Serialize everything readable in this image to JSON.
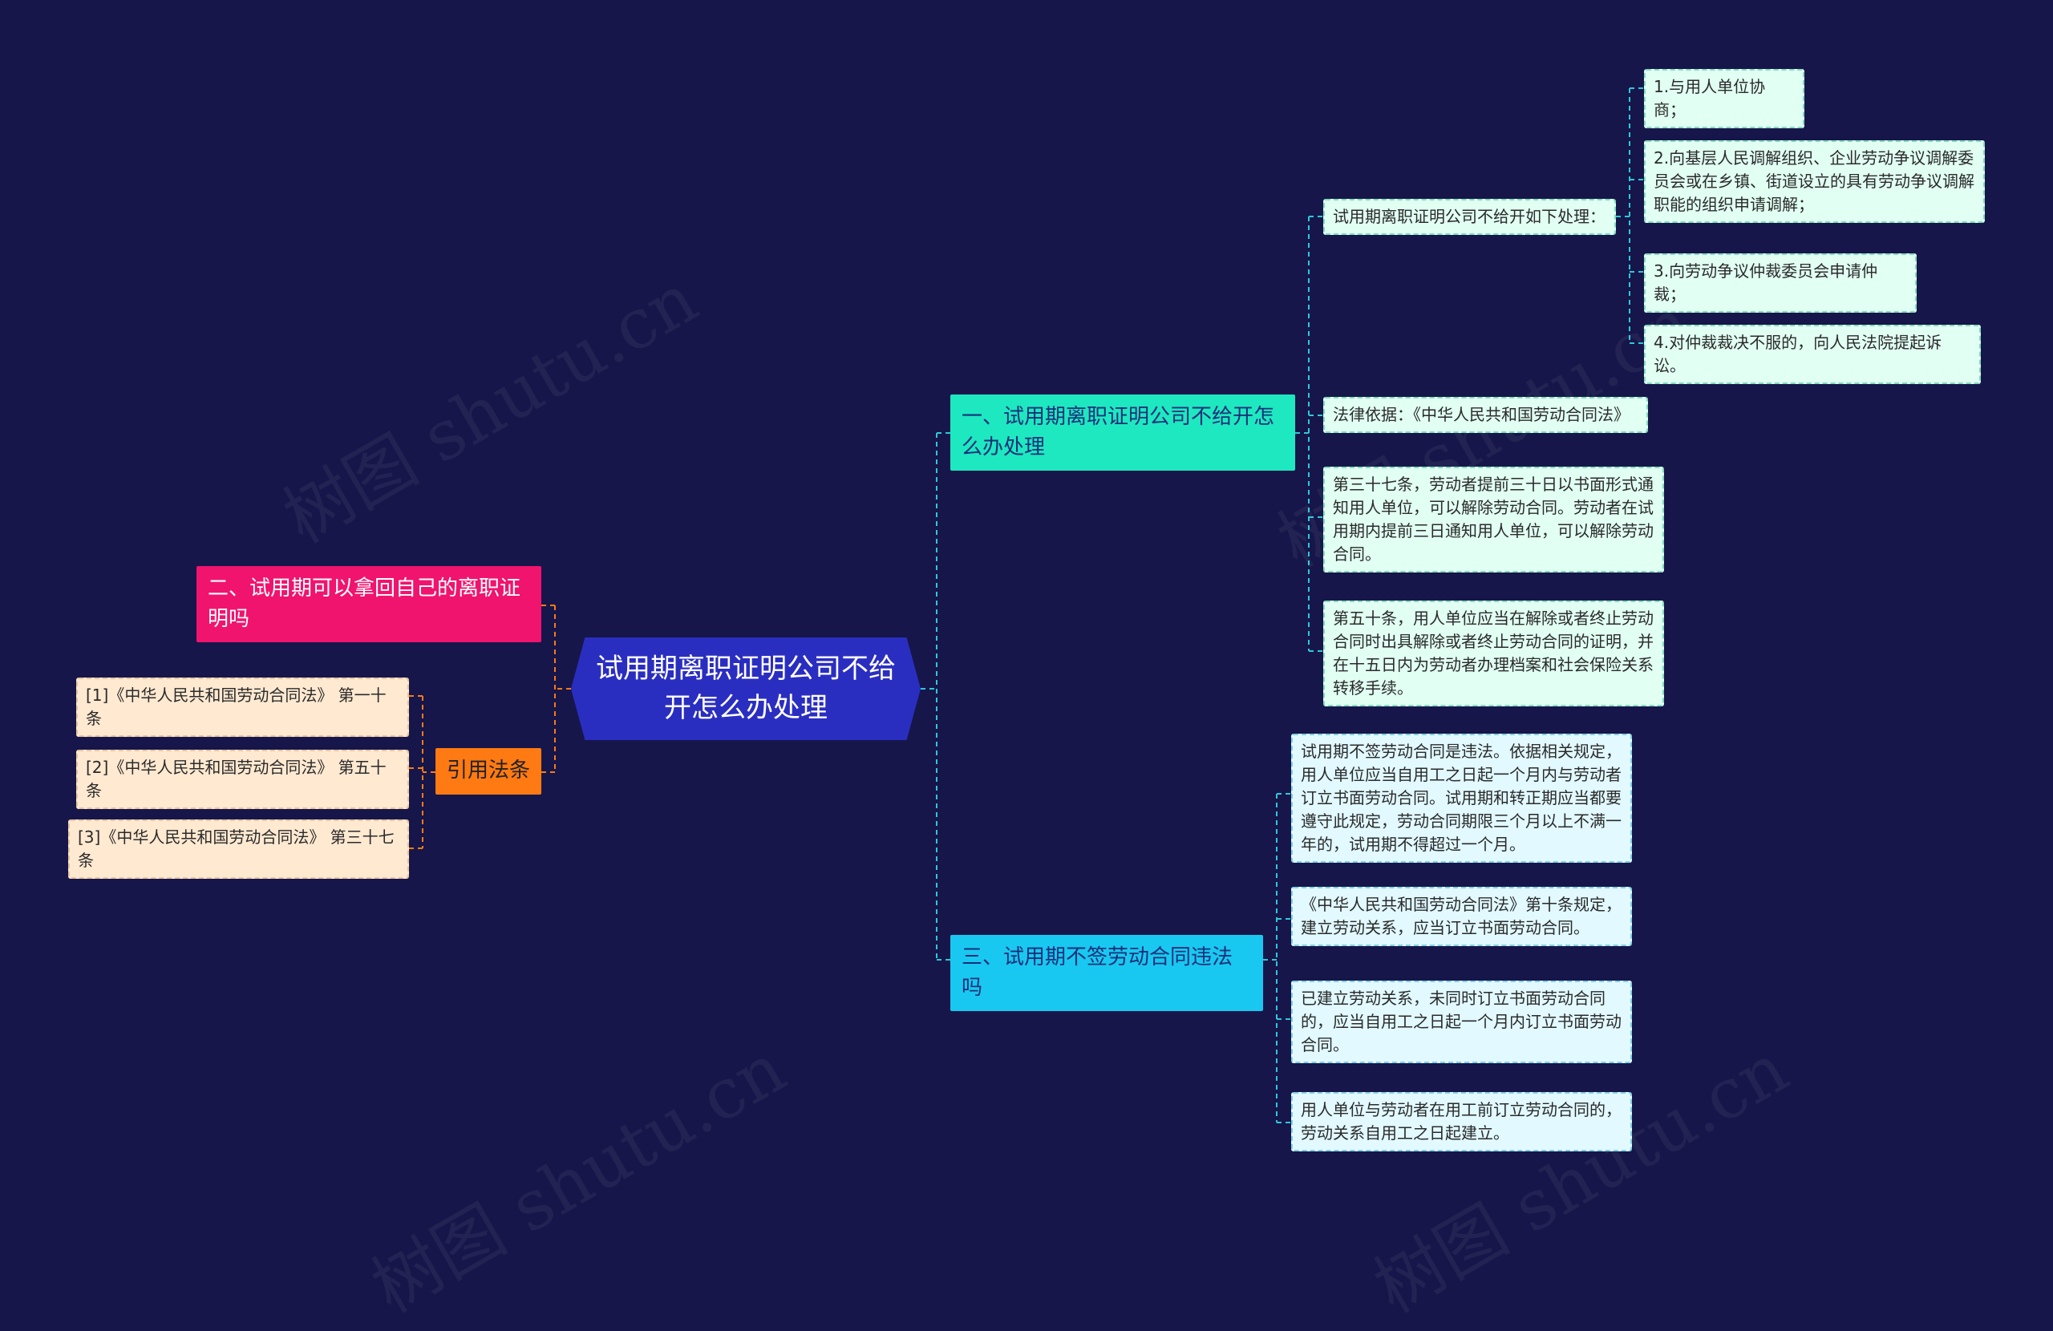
{
  "root": {
    "label": "试用期离职证明公司不给开怎么办处理"
  },
  "branch1": {
    "label": "一、试用期离职证明公司不给开怎么办处理",
    "sub1": {
      "label": "试用期离职证明公司不给开如下处理：",
      "items": [
        "1.与用人单位协商；",
        "2.向基层人民调解组织、企业劳动争议调解委员会或在乡镇、街道设立的具有劳动争议调解职能的组织申请调解；",
        "3.向劳动争议仲裁委员会申请仲裁；",
        "4.对仲裁裁决不服的，向人民法院提起诉讼。"
      ]
    },
    "basis": "法律依据：《中华人民共和国劳动合同法》",
    "art37": "第三十七条，劳动者提前三十日以书面形式通知用人单位，可以解除劳动合同。劳动者在试用期内提前三日通知用人单位，可以解除劳动合同。",
    "art50": "第五十条，用人单位应当在解除或者终止劳动合同时出具解除或者终止劳动合同的证明，并在十五日内为劳动者办理档案和社会保险关系转移手续。"
  },
  "branch3": {
    "label": "三、试用期不签劳动合同违法吗",
    "items": [
      "试用期不签劳动合同是违法。依据相关规定，用人单位应当自用工之日起一个月内与劳动者订立书面劳动合同。试用期和转正期应当都要遵守此规定，劳动合同期限三个月以上不满一年的，试用期不得超过一个月。",
      "《中华人民共和国劳动合同法》第十条规定，建立劳动关系，应当订立书面劳动合同。",
      "已建立劳动关系，未同时订立书面劳动合同的，应当自用工之日起一个月内订立书面劳动合同。",
      "用人单位与劳动者在用工前订立劳动合同的，劳动关系自用工之日起建立。"
    ]
  },
  "branch2": {
    "label": "二、试用期可以拿回自己的离职证明吗"
  },
  "refs": {
    "label": "引用法条",
    "items": [
      "[1]《中华人民共和国劳动合同法》 第一十条",
      "[2]《中华人民共和国劳动合同法》 第五十条",
      "[3]《中华人民共和国劳动合同法》 第三十七条"
    ]
  },
  "watermark": "树图 shutu.cn",
  "colors": {
    "background": "#16164a",
    "root": "#2a2ec0",
    "branch1": "#1ee8c0",
    "branch3": "#19c8f0",
    "branch2": "#f0146e",
    "refs": "#ff7a12",
    "link_right": "#2ec8d8",
    "link_left": "#ff7a12"
  }
}
